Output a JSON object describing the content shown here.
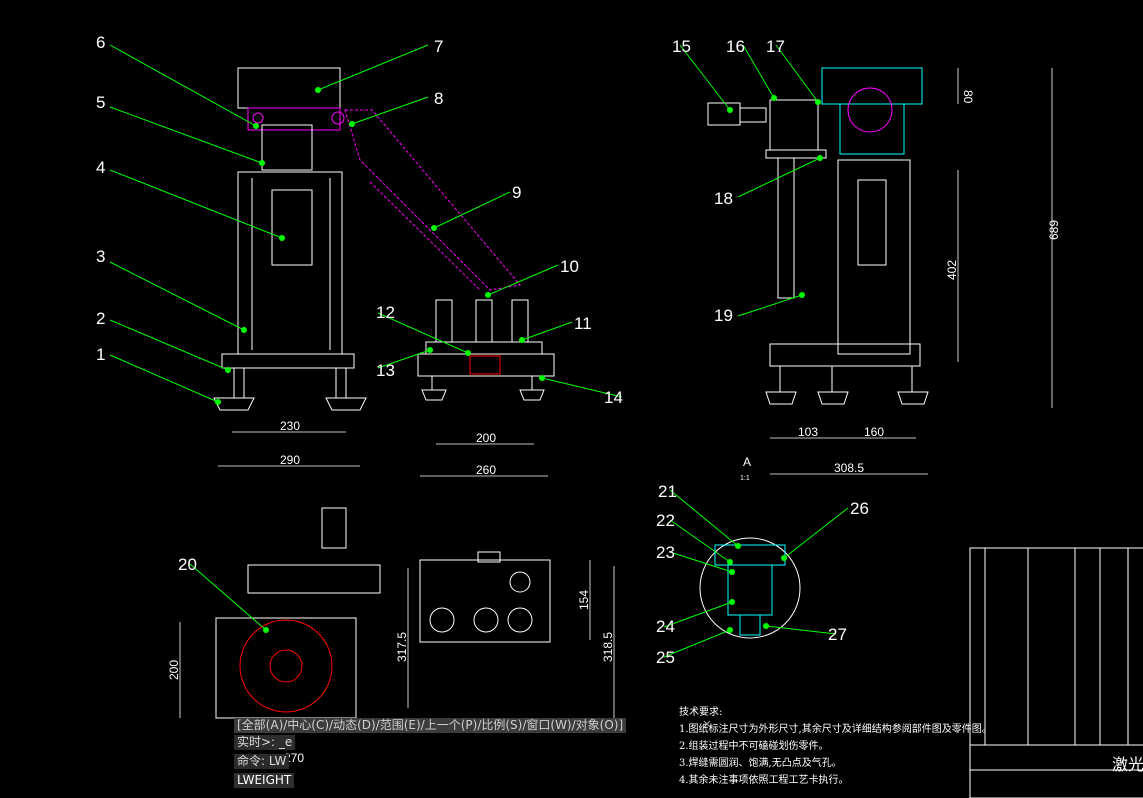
{
  "drawing": {
    "part_labels": [
      "1",
      "2",
      "3",
      "4",
      "5",
      "6",
      "7",
      "8",
      "9",
      "10",
      "11",
      "12",
      "13",
      "14",
      "15",
      "16",
      "17",
      "18",
      "19",
      "20",
      "21",
      "22",
      "23",
      "24",
      "25",
      "26",
      "27"
    ],
    "dimensions": {
      "d230": "230",
      "d290": "290",
      "d200": "200",
      "d260": "260",
      "d103": "103",
      "d160": "160",
      "d308": "308.5",
      "d80": "80",
      "d689": "689",
      "d402": "402",
      "d154": "154",
      "d317": "317.5",
      "d318": "318.5",
      "d200b": "200",
      "d270": "270"
    },
    "section_mark": "A",
    "section_scale": "1:1",
    "title_partial": "激光"
  },
  "technical_notes": {
    "title": "技术要求:",
    "items": [
      "1.图纸标注尺寸为外形尺寸,其余尺寸及详细结构参阅部件图及零件图。",
      "2.组装过程中不可磕碰划伤零件。",
      "3.焊缝需圆润、饱满,无凸点及气孔。",
      "4.其余未注事项依照工程工艺卡执行。"
    ]
  },
  "command_line": {
    "options": "[全部(A)/中心(C)/动态(D)/范围(E)/上一个(P)/比例(S)/窗口(W)/对象(O)]",
    "realtime": "实时>: _e",
    "prompt": "命令: LW",
    "input": "LWEIGHT"
  },
  "colors": {
    "background": "#000000",
    "object_lines": "#ffffff",
    "leader_lines": "#00ff00",
    "hidden_parts": "#ff00ff",
    "section_cyan": "#00ffff",
    "hatch": "#ff0000",
    "command_bg": "#2b2b2b"
  }
}
